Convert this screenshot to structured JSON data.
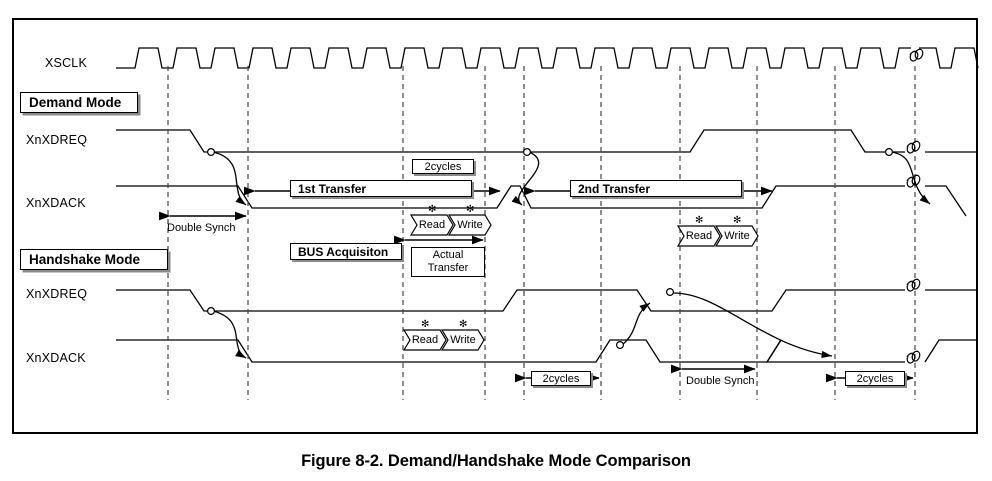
{
  "figure": {
    "caption": "Figure 8-2. Demand/Handshake Mode Comparison",
    "frame_color": "#000000",
    "background": "#ffffff",
    "line_color": "#000000",
    "dashed_color": "#555555",
    "shadow_color": "#8a8a8a"
  },
  "signals": {
    "clock_label": "XSCLK",
    "demand": {
      "mode_label": "Demand Mode",
      "req_label": "XnXDREQ",
      "ack_label": "XnXDACK"
    },
    "handshake": {
      "mode_label": "Handshake Mode",
      "req_label": "XnXDREQ",
      "ack_label": "XnXDACK"
    }
  },
  "annotations": {
    "demand": {
      "double_synch": "Double Synch",
      "two_cycles": "2cycles",
      "first_transfer": "1st Transfer",
      "second_transfer": "2nd Transfer",
      "bus_acquisition": "BUS Acquisiton",
      "actual_transfer_line1": "Actual",
      "actual_transfer_line2": "Transfer",
      "read": "Read",
      "write": "Write",
      "asterisk": "✻"
    },
    "handshake": {
      "read": "Read",
      "write": "Write",
      "two_cycles_left": "2cycles",
      "two_cycles_right": "2cycles",
      "double_synch": "Double Synch",
      "asterisk": "✻"
    }
  },
  "chart_data": {
    "type": "line",
    "title": "Demand/Handshake Mode Comparison",
    "xlabel": "",
    "ylabel": "",
    "clock": {
      "name": "XSCLK",
      "start_x": 116,
      "period": 38,
      "high_width": 19,
      "cycles": 23,
      "baseline_y": 68,
      "top_y": 48,
      "break_x": 915
    },
    "markers_x": [
      168,
      248,
      403,
      485,
      524,
      601,
      680,
      757,
      835,
      915
    ],
    "series": [
      {
        "name": "Demand XnXDREQ",
        "row_y_high": 130,
        "row_y_low": 152,
        "points": "high until 197, low 210-690, high 700-855, low 866-992"
      },
      {
        "name": "Demand XnXDACK",
        "row_y_high": 186,
        "row_y_low": 208,
        "points": "high until 245, low 252-500, high 508-525, low 533-766, high 776-915, falls after break"
      },
      {
        "name": "Handshake XnXDREQ",
        "row_y_high": 290,
        "row_y_low": 311,
        "points": "high until 197, low 210-505, high 516-640, low 650-775, high 785-992"
      },
      {
        "name": "Handshake XnXDACK",
        "row_y_high": 340,
        "row_y_low": 362,
        "points": "high until 245, low 253-600, high 610-650, low 658-770, low to 915, high 925-992"
      }
    ]
  }
}
